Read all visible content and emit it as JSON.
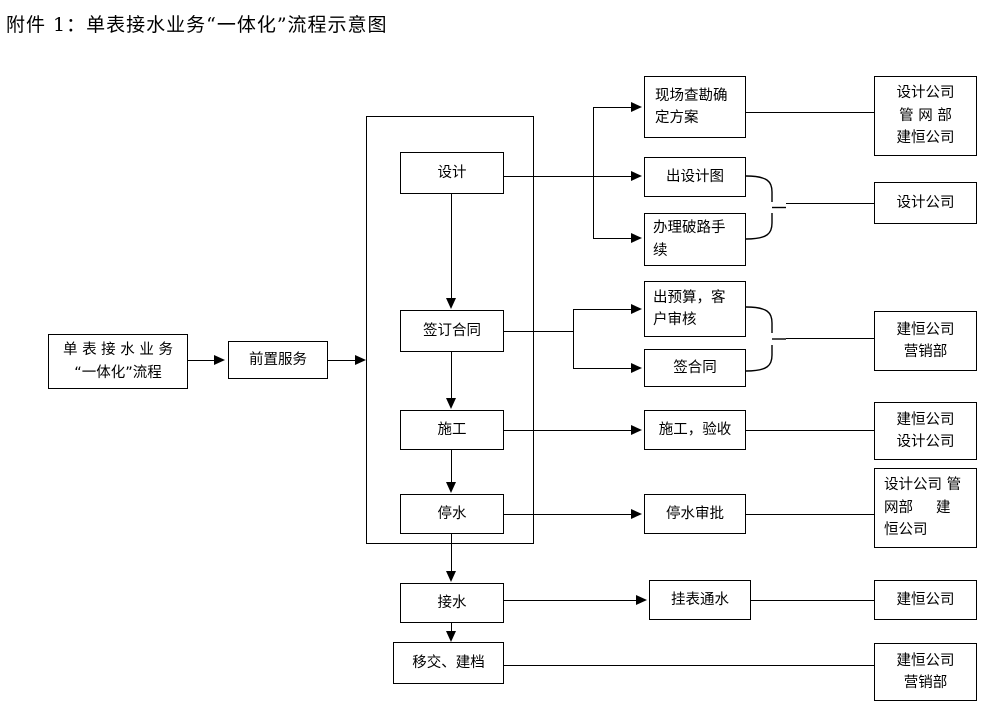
{
  "title": "附件 1：单表接水业务“一体化”流程示意图",
  "diagram": {
    "type": "flowchart",
    "orientation": "left-to-right",
    "start": {
      "label_line1": "单 表 接 水 业 务",
      "label_line2": "“一体化”流程"
    },
    "pre_service": {
      "label": "前置服务"
    },
    "main_stages": [
      {
        "id": "design",
        "label": "设计"
      },
      {
        "id": "contract",
        "label": "签订合同"
      },
      {
        "id": "construct",
        "label": "施工"
      },
      {
        "id": "stopwater",
        "label": "停水"
      },
      {
        "id": "connect",
        "label": "接水"
      },
      {
        "id": "handover",
        "label": "移交、建档"
      }
    ],
    "detail_steps": [
      {
        "id": "survey",
        "line1": "现场查勘确",
        "line2": "定方案"
      },
      {
        "id": "drawing",
        "line1": "出设计图",
        "line2": ""
      },
      {
        "id": "roadcut",
        "line1": "办理破路手",
        "line2": "续"
      },
      {
        "id": "budget",
        "line1": "出预算，客",
        "line2": "户审核"
      },
      {
        "id": "signed",
        "line1": "签合同",
        "line2": ""
      },
      {
        "id": "accept",
        "line1": "施工，验收",
        "line2": ""
      },
      {
        "id": "approval",
        "line1": "停水审批",
        "line2": ""
      },
      {
        "id": "meter",
        "line1": "挂表通水",
        "line2": ""
      }
    ],
    "responsible_units": [
      {
        "id": "unit1",
        "line1": "设计公司",
        "line2": "管 网 部",
        "line3": "建恒公司"
      },
      {
        "id": "unit2",
        "line1": "设计公司",
        "line2": "",
        "line3": ""
      },
      {
        "id": "unit3",
        "line1": "建恒公司",
        "line2": "营销部",
        "line3": ""
      },
      {
        "id": "unit4",
        "line1": "建恒公司",
        "line2": "设计公司",
        "line3": ""
      },
      {
        "id": "unit5",
        "line1": "设计公司 管",
        "line2": "网部     建",
        "line3": "恒公司"
      },
      {
        "id": "unit6",
        "line1": "建恒公司",
        "line2": "",
        "line3": ""
      },
      {
        "id": "unit7",
        "line1": "建恒公司",
        "line2": "营销部",
        "line3": ""
      }
    ]
  }
}
